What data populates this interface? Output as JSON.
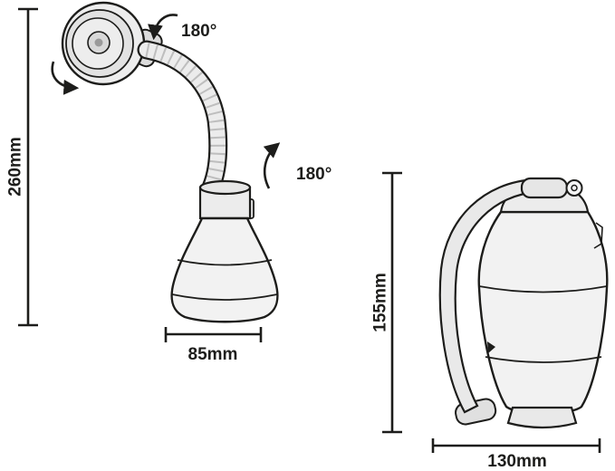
{
  "diagram": {
    "labels": {
      "left_height": "260mm",
      "head_rotation": "180°",
      "neck_rotation": "180°",
      "base_width": "85mm",
      "right_height": "155mm",
      "right_width": "130mm"
    },
    "colors": {
      "line": "#1d1d1b",
      "fill_light": "#f2f2f2",
      "fill_mid": "#e6e6e6",
      "fill_dark": "#9a9a9a",
      "background": "#ffffff"
    }
  }
}
